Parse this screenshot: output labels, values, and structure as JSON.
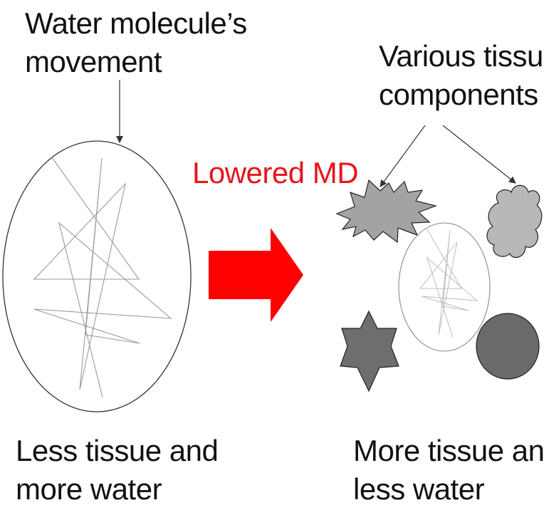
{
  "labels": {
    "water_movement": [
      "Water molecule’s",
      "movement"
    ],
    "tissue_components": [
      "Various tissue",
      "components"
    ],
    "lowered_md": "Lowered MD",
    "left_caption": [
      "Less tissue and",
      "more water"
    ],
    "right_caption": [
      "More tissue and",
      "less water"
    ]
  },
  "colors": {
    "arrow": "#ff0000",
    "lowered_md_text": "#e8141b",
    "starburst": "#a3a3a3",
    "cloud": "#b8b8b8",
    "star7": "#6e6e6e",
    "dark_circle": "#6a6a6a",
    "outline": "#333333",
    "path_line": "#9a9a9a"
  }
}
